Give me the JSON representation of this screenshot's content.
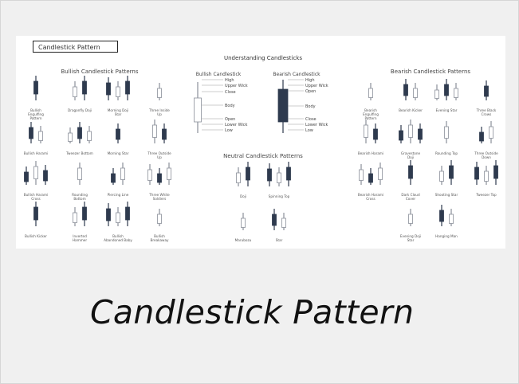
{
  "infographic": {
    "title": "Candlestick Pattern",
    "heading": "Understanding Candlesticks",
    "bullish_section": "Bullish Candlestick Patterns",
    "bearish_section": "Bearish Candlestick Patterns",
    "neutral_section": "Neutral Candlestick Patterns",
    "bullish_candle": {
      "title": "Bullish Candlestick",
      "parts": [
        "High",
        "Upper Wick",
        "Close",
        "Body",
        "Open",
        "Lower Wick",
        "Low"
      ]
    },
    "bearish_candle": {
      "title": "Bearish Candlestick",
      "parts": [
        "High",
        "Upper Wick",
        "Open",
        "Body",
        "Close",
        "Lower Wick",
        "Low"
      ]
    },
    "bullish_patterns": [
      "Bullish Engulfing Pattern",
      "Dragonfly Doji",
      "Morning Doji Star",
      "Three Inside Up",
      "Bullish Harami",
      "Tweezer Bottom",
      "Morning Star",
      "Three Outside Up",
      "Bullish Harami Cross",
      "Rounding Bottom",
      "Piercing Line",
      "Three White Soldiers",
      "Bullish Kicker",
      "Inverted Hammer",
      "Bullish Abandoned Baby",
      "Bullish Breakaway"
    ],
    "bearish_patterns": [
      "Bearish Engulfing Pattern",
      "Bearish Kicker",
      "Evening Star",
      "Three Black Crows",
      "Bearish Harami",
      "Gravestone Doji",
      "Rounding Top",
      "Three Outside Down",
      "Bearish Harami Cross",
      "Dark Cloud Cover",
      "Shooting Star",
      "Tweezer Top",
      "Evening Doji Star",
      "Hanging Man"
    ],
    "neutral_patterns": [
      "Doji",
      "Spinning Top",
      "Marubozu",
      "Star"
    ]
  },
  "caption": "Candlestick Pattern",
  "colors": {
    "dark_candle": "#2e3a4e",
    "wick": "#8a8f99",
    "text": "#333333"
  }
}
